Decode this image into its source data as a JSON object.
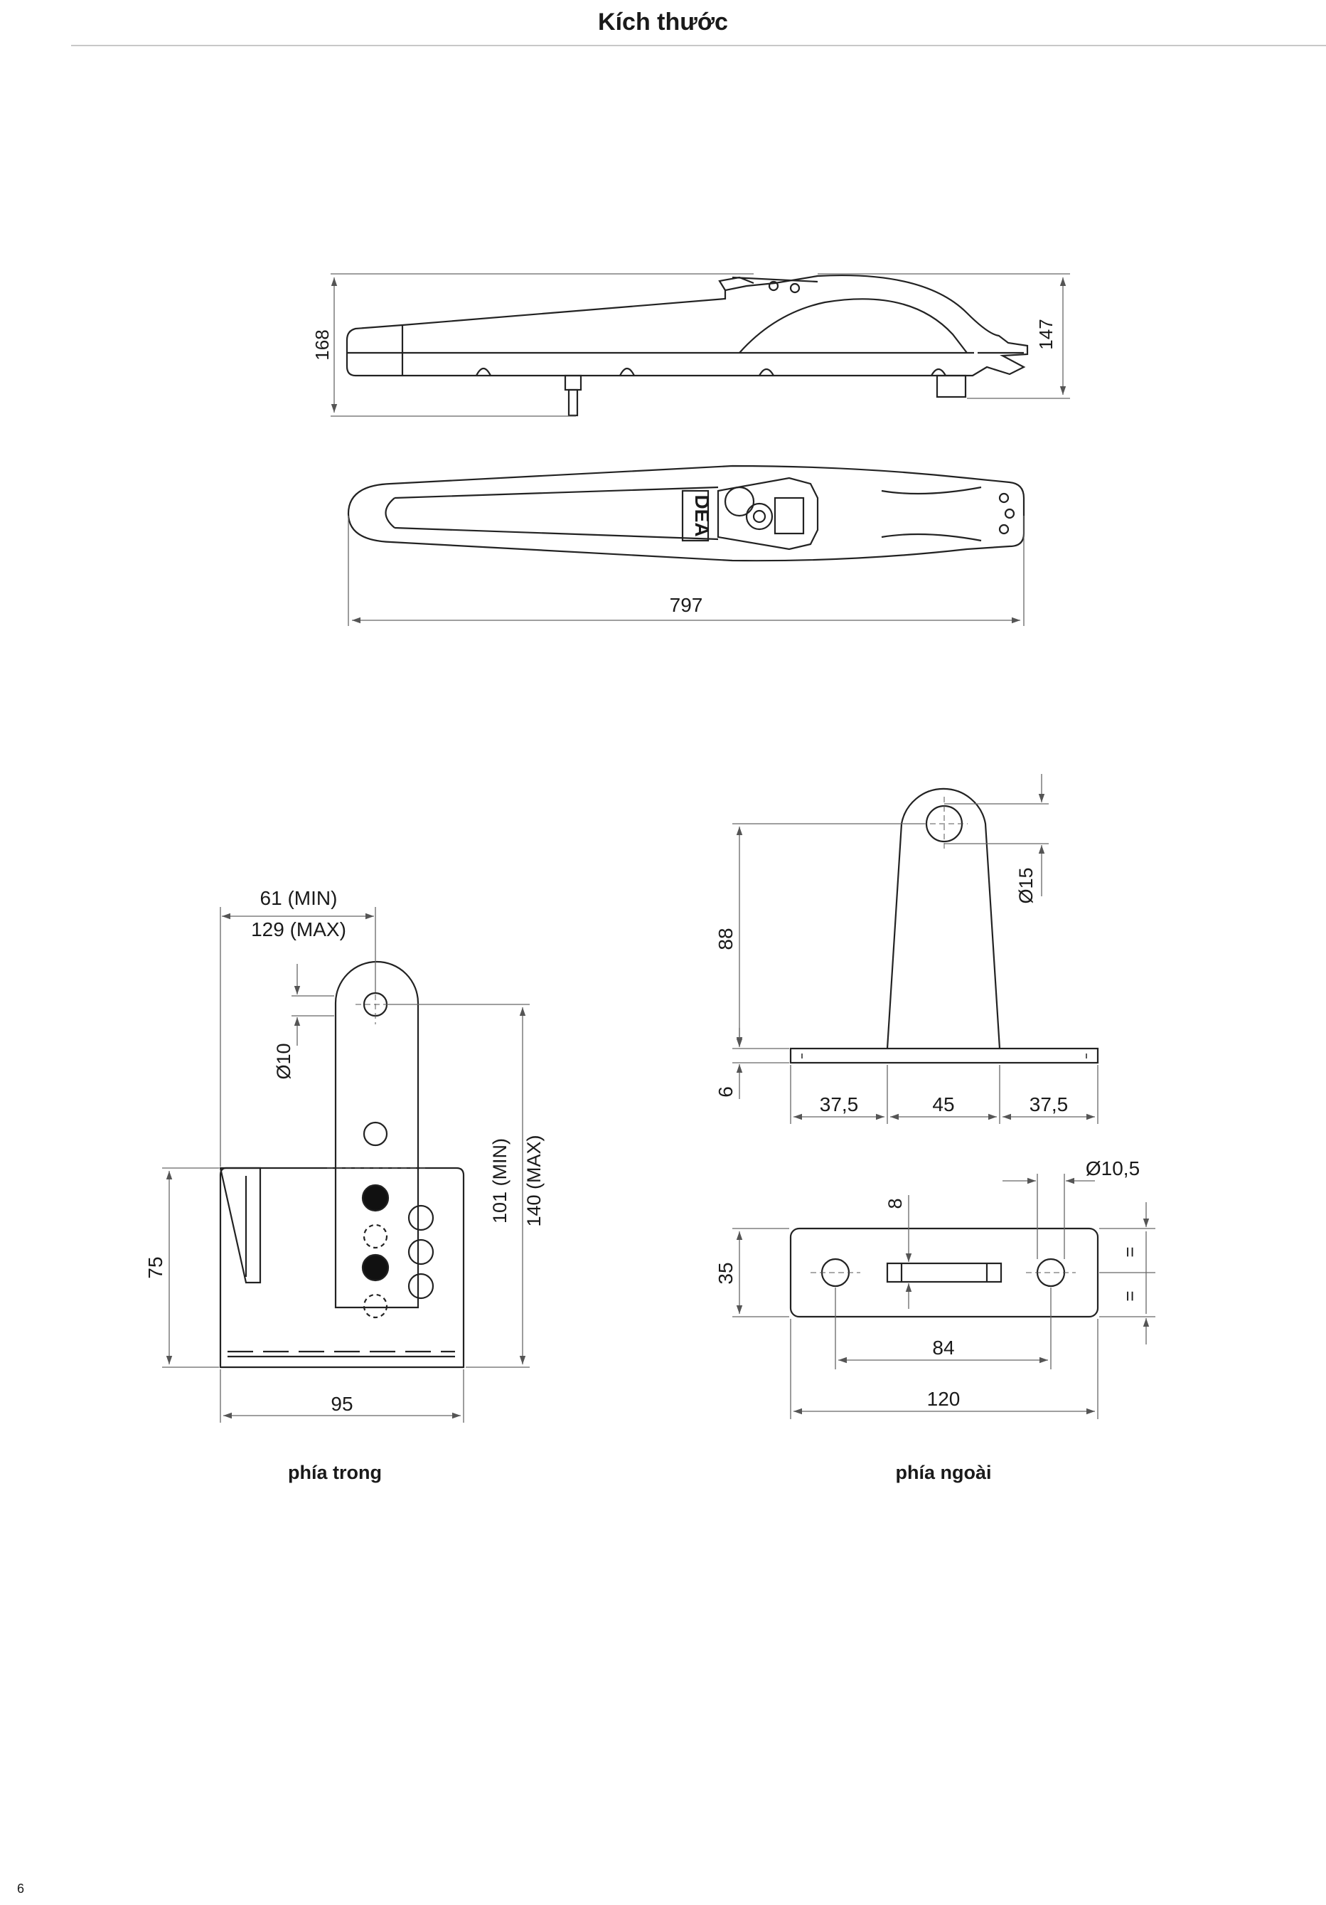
{
  "page": {
    "title": "Kích thước",
    "page_number": "6"
  },
  "operator": {
    "height_dim": "168",
    "side_height_dim": "147",
    "length_dim": "797",
    "logo_text": "DEA"
  },
  "inner_bracket": {
    "caption": "phía trong",
    "offset_min": "61 (MIN)",
    "offset_max": "129 (MAX)",
    "hole_diameter": "Ø10",
    "height_min": "101 (MIN)",
    "height_max": "140 (MAX)",
    "base_height": "75",
    "width": "95"
  },
  "outer_bracket": {
    "caption": "phía ngoài",
    "height": "88",
    "hole_diameter": "Ø15",
    "plate_thickness": "6",
    "left_seg": "37,5",
    "middle_seg": "45",
    "right_seg": "37,5",
    "slot_width": "8",
    "mount_hole_diameter": "Ø10,5",
    "plate_height": "35",
    "equal_mark_top": "=",
    "equal_mark_bottom": "=",
    "hole_spacing": "84",
    "plate_width": "120"
  }
}
